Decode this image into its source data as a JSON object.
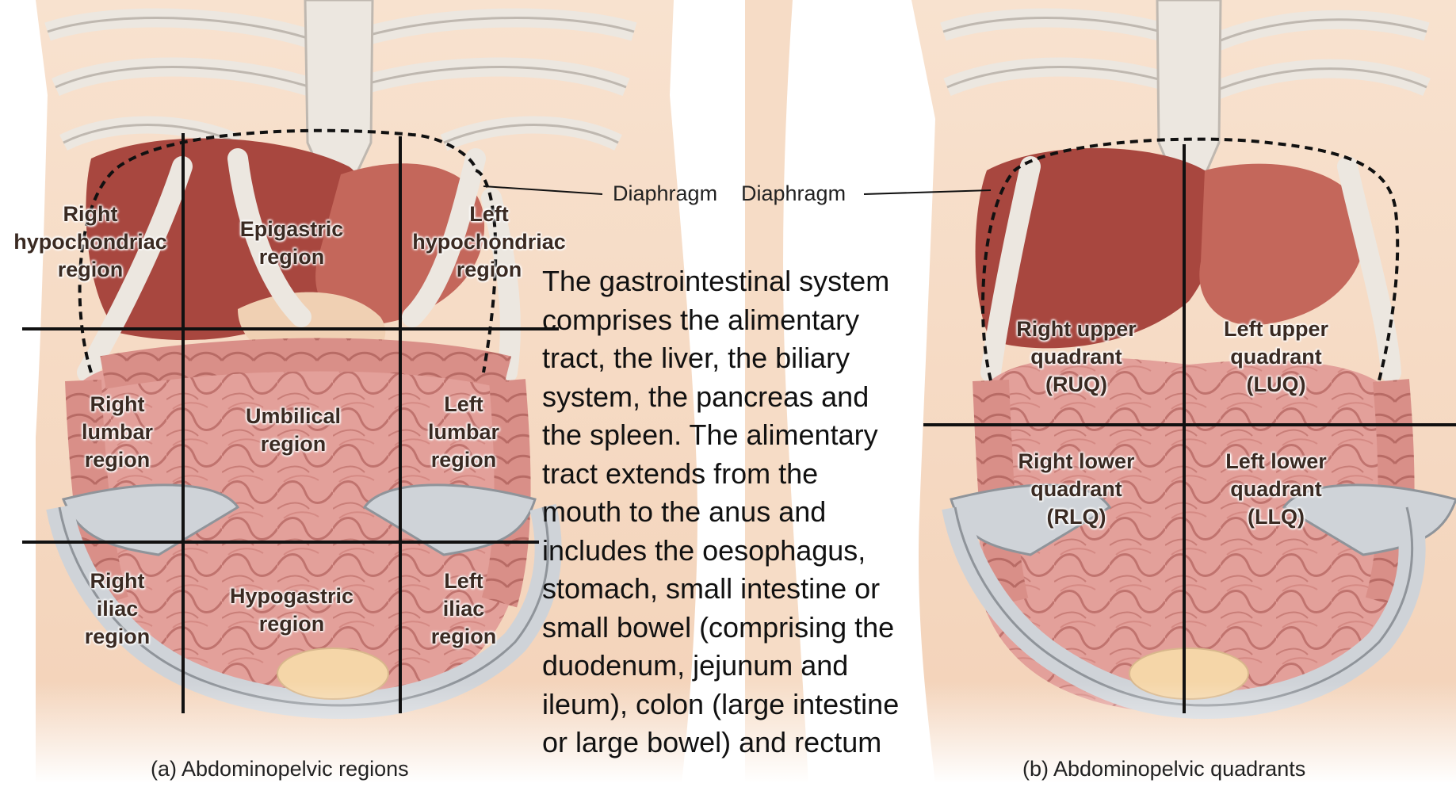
{
  "panel_a": {
    "regions": [
      {
        "id": "right-hypochondriac",
        "text": "Right\nhypochondriac\nregion"
      },
      {
        "id": "epigastric",
        "text": "Epigastric\nregion"
      },
      {
        "id": "left-hypochondriac",
        "text": "Left\nhypochondriac\nregion"
      },
      {
        "id": "right-lumbar",
        "text": "Right\nlumbar\nregion"
      },
      {
        "id": "umbilical",
        "text": "Umbilical\nregion"
      },
      {
        "id": "left-lumbar",
        "text": "Left\nlumbar\nregion"
      },
      {
        "id": "right-iliac",
        "text": "Right\niliac\nregion"
      },
      {
        "id": "hypogastric",
        "text": "Hypogastric\nregion"
      },
      {
        "id": "left-iliac",
        "text": "Left\niliac\nregion"
      }
    ],
    "callout": "Diaphragm",
    "caption": "(a) Abdominopelvic regions"
  },
  "panel_b": {
    "quadrants": [
      {
        "id": "ruq",
        "text": "Right upper\nquadrant\n(RUQ)"
      },
      {
        "id": "luq",
        "text": "Left upper\nquadrant\n(LUQ)"
      },
      {
        "id": "rlq",
        "text": "Right lower\nquadrant\n(RLQ)"
      },
      {
        "id": "llq",
        "text": "Left lower\nquadrant\n(LLQ)"
      }
    ],
    "callout": "Diaphragm",
    "caption": "(b) Abdominopelvic quadrants"
  },
  "overlay_text": {
    "lines": [
      "The  gastrointestinal  system",
      "comprises  the  alimentary",
      "tract, the  liver,  the  biliary",
      "system,  the  pancreas  and",
      "the  spleen. The  alimentary",
      "tract  extends  from  the",
      "mouth  to  the  anus  and",
      "includes the oesophagus,",
      "stomach, small intestine or",
      "small bowel (comprising  the",
      "duodenum,  jejunum  and",
      "ileum),  colon  (large intestine",
      "or large bowel) and rectum"
    ]
  },
  "colors": {
    "skin": "#f7dcc4",
    "bone": "#ebe6df",
    "bone_outline": "#b9b2aa",
    "liver": "#a8473f",
    "intestine": "#e6a19c",
    "pelvis": "#cfd3d8",
    "grid_line": "#111111"
  }
}
